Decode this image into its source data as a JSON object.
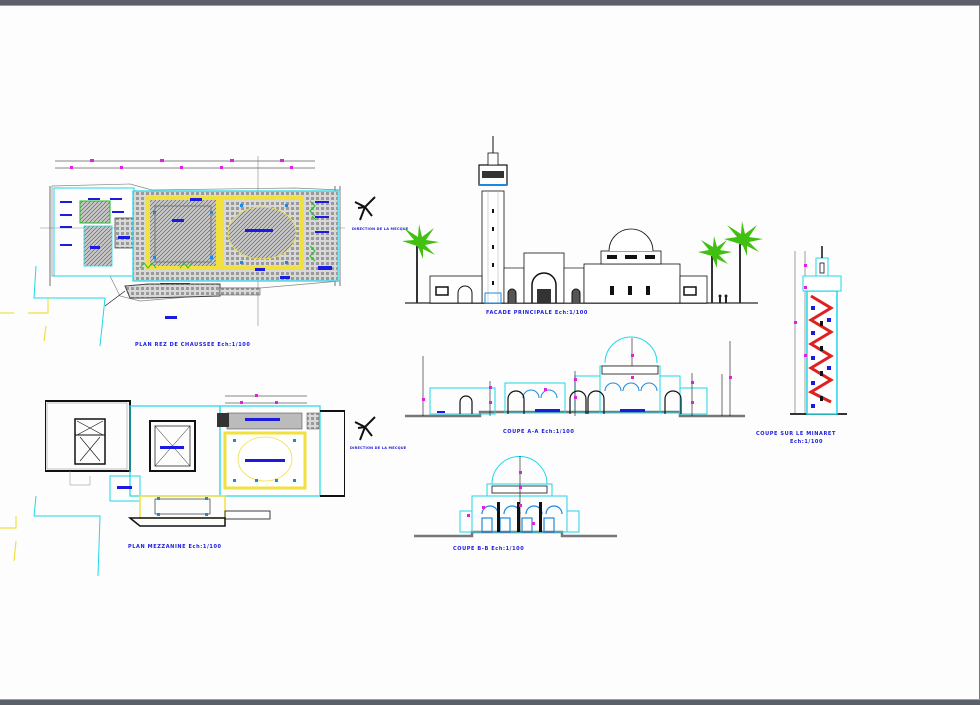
{
  "window": {
    "title": "",
    "background": "#fdfdfd",
    "frame_color": "#5c6068"
  },
  "drawing": {
    "colors": {
      "cyan": "#20d8e8",
      "blue": "#1a1ae0",
      "magenta": "#e020e0",
      "yellow": "#f0e040",
      "green": "#20c020",
      "red": "#e02020",
      "black": "#111111",
      "gray": "#888888"
    },
    "views": [
      {
        "id": "plan-ground",
        "label": "PLAN REZ DE CHAUSSEE Ech:1/100"
      },
      {
        "id": "facade",
        "label": "FACADE PRINCIPALE Ech:1/100"
      },
      {
        "id": "section-aa",
        "label": "COUPE A-A Ech:1/100"
      },
      {
        "id": "section-minaret",
        "label": "COUPE SUR LE MINARET",
        "label2": "Ech:1/100"
      },
      {
        "id": "plan-mezzanine",
        "label": "PLAN MEZZANINE Ech:1/100"
      },
      {
        "id": "section-bb",
        "label": "COUPE B-B Ech:1/100"
      }
    ],
    "north_labels": [
      {
        "label": "DIRECTION DE LA MECQUE"
      },
      {
        "label": "DIRECTION DE LA MECQUE"
      }
    ]
  }
}
